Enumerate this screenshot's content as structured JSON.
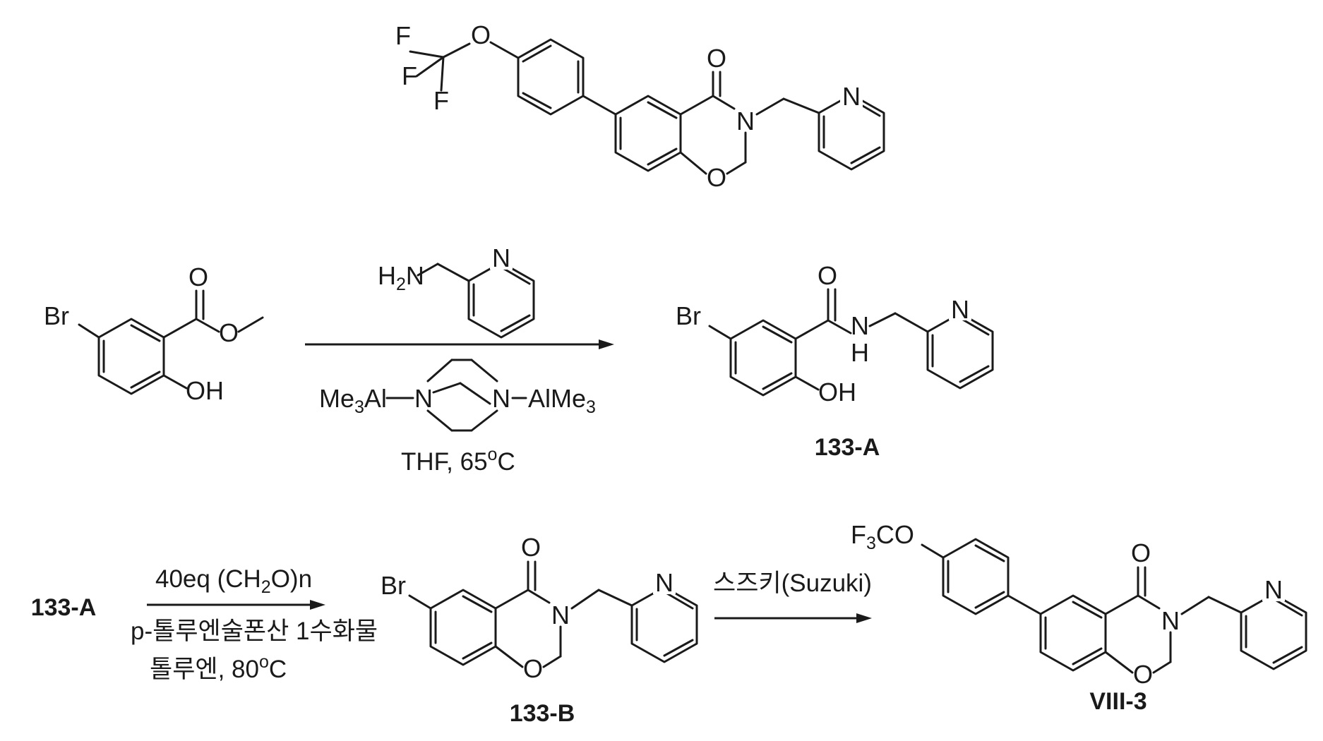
{
  "target": {
    "atoms": {
      "f1": "F",
      "f2": "F",
      "f3": "F",
      "o_ether": "O",
      "o_carbonyl": "O",
      "n_ring": "N",
      "o_ring": "O",
      "n_py": "N"
    }
  },
  "step1": {
    "start_atoms": {
      "br": "Br",
      "o1": "O",
      "o2": "O",
      "oh": "OH"
    },
    "reagent_atoms": {
      "h2n": "H",
      "h2n_sub": "2",
      "h2n_n": "N",
      "n_py": "N"
    },
    "dabal": {
      "left": "Me",
      "left_sub": "3",
      "left_al": "Al",
      "n1": "N",
      "n2": "N",
      "right": "AlMe",
      "right_sub": "3"
    },
    "conditions": {
      "solvent": "THF, 65",
      "deg": "o",
      "unit": "C"
    },
    "product_atoms": {
      "br": "Br",
      "o": "O",
      "n": "N",
      "h": "H",
      "oh": "OH",
      "n_py": "N"
    },
    "product_label": "133-A"
  },
  "step2": {
    "start_label": "133-A",
    "reagent": {
      "a": "40eq (CH",
      "sub": "2",
      "b": "O)n"
    },
    "catalyst": "p-톨루엔술폰산 1수화물",
    "conditions": {
      "text": "톨루엔, 80",
      "deg": "o",
      "unit": "C"
    },
    "product_atoms": {
      "br": "Br",
      "o_carbonyl": "O",
      "n_ring": "N",
      "o_ring": "O",
      "n_py": "N"
    },
    "product_label": "133-B"
  },
  "step3": {
    "reagent": "스즈키(Suzuki)",
    "product_atoms": {
      "f3co_a": "F",
      "f3co_sub": "3",
      "f3co_b": "CO",
      "o_carbonyl": "O",
      "n_ring": "N",
      "o_ring": "O",
      "n_py": "N"
    },
    "product_label": "VIII-3"
  }
}
